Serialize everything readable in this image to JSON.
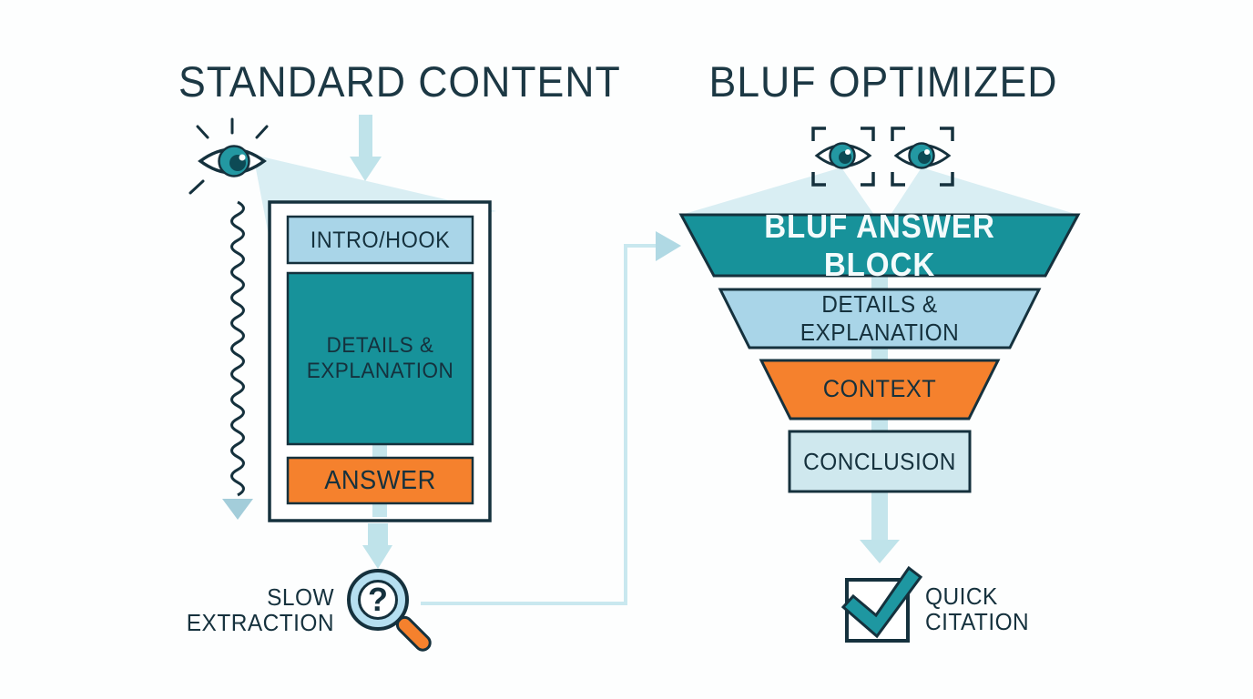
{
  "left_panel": {
    "title": "STANDARD CONTENT",
    "document_sections": [
      {
        "label": "INTRO/HOOK",
        "color": "#a9d5e8"
      },
      {
        "label": "DETAILS & EXPLANATION",
        "color": "#17929a"
      },
      {
        "label": "ANSWER",
        "color": "#f5812d"
      }
    ],
    "caption": {
      "line1": "SLOW",
      "line2": "EXTRACTION"
    },
    "magnifier_glyph": "?"
  },
  "right_panel": {
    "title": "BLUF OPTIMIZED",
    "funnel_sections": [
      {
        "label": "BLUF ANSWER BLOCK",
        "color": "#17929a"
      },
      {
        "label": "DETAILS & EXPLANATION",
        "color": "#a9d5e8"
      },
      {
        "label": "CONTEXT",
        "color": "#f5812d"
      },
      {
        "label": "CONCLUSION",
        "color": "#cfe8ee"
      }
    ],
    "caption": {
      "line1": "QUICK",
      "line2": "CITATION"
    }
  },
  "colors": {
    "navy": "#15313d",
    "teal": "#17929a",
    "light_blue": "#a9d5e8",
    "pale_blue": "#cfe8ee",
    "orange": "#f5812d",
    "arrow_blue": "#bfe3ea",
    "beam_blue": "#d9eef3"
  }
}
